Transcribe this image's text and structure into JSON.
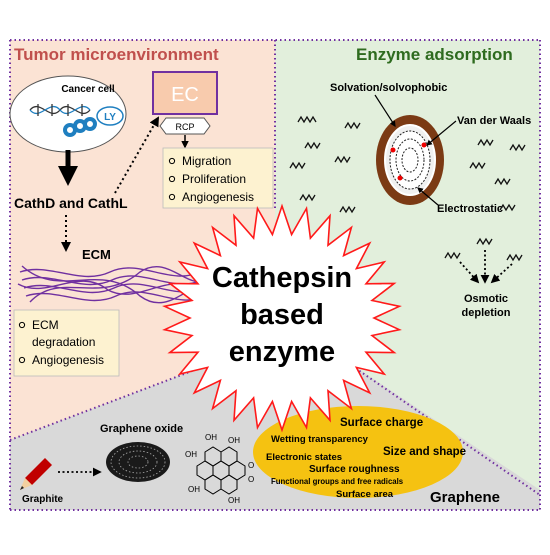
{
  "sections": {
    "tumor_title": "Tumor microenvironment",
    "enzyme_title": "Enzyme adsorption",
    "graphene_title": "Graphene"
  },
  "tumor": {
    "cancer_cell_label": "Cancer cell",
    "ly_label": "LY",
    "ec_label": "EC",
    "rcp_label": "RCP",
    "cath_label": "CathD and CathL",
    "ecm_label": "ECM",
    "ec_effects": [
      "Migration",
      "Proliferation",
      "Angiogenesis"
    ],
    "ecm_effects": [
      "ECM",
      "degradation",
      "Angiogenesis"
    ]
  },
  "enzyme": {
    "solvation_label": "Solvation/solvophobic",
    "vdw_label": "Van der Waals",
    "electrostatic_label": "Electrostatic",
    "osmotic_label_1": "Osmotic",
    "osmotic_label_2": "depletion"
  },
  "center": {
    "line1": "Cathepsin",
    "line2": "based",
    "line3": "enzyme"
  },
  "graphene": {
    "graphene_oxide_label": "Graphene oxide",
    "graphite_label": "Graphite",
    "oh_label": "OH",
    "o_label": "O",
    "properties": [
      "Surface charge",
      "Wetting transparency",
      "Size and shape",
      "Electronic states",
      "Surface roughness",
      "Functional groups and free radicals",
      "Surface area"
    ]
  },
  "colors": {
    "tumor_bg": "#fbe3d4",
    "enzyme_bg": "#e2efdc",
    "graphene_bg": "#d9d9d9",
    "tumor_title": "#c0504d",
    "enzyme_title": "#2e6b1f",
    "starburst_stroke": "#ff1a1a",
    "ellipse_fill": "#f5c211",
    "ec_border": "#7030a0",
    "ec_fill": "#f8cbad",
    "ly_blue": "#1f7fc0",
    "ecm_purple": "#7030a0"
  }
}
